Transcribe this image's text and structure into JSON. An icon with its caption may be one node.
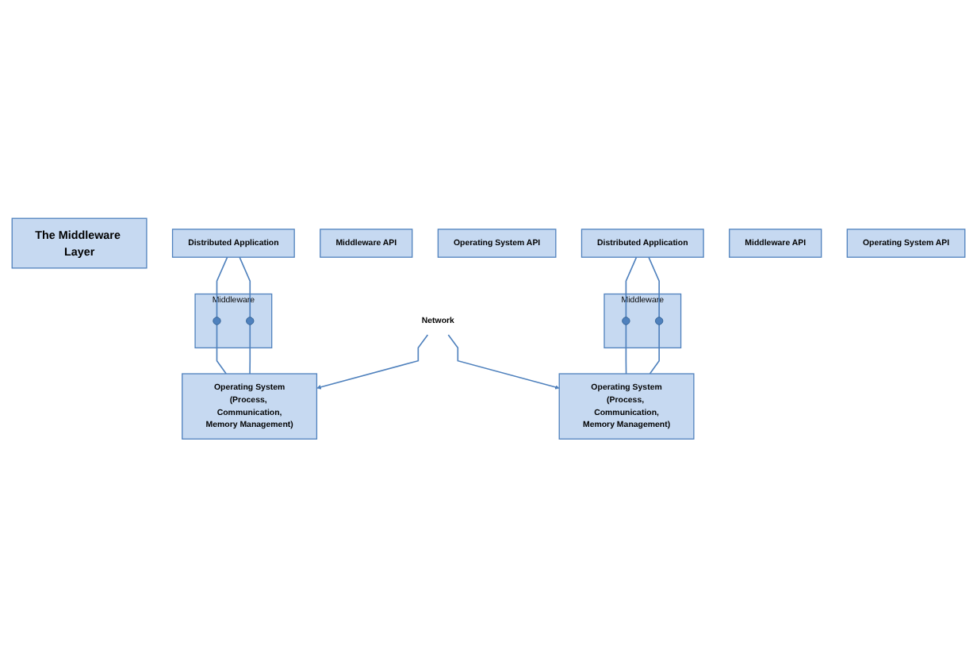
{
  "diagram": {
    "nodes": [
      {
        "text": [
          "The Middleware Layer"
        ]
      },
      {
        "text": [
          "Distributed Application"
        ]
      },
      {
        "text": [
          "Middleware API"
        ]
      },
      {
        "text": [
          "Middleware"
        ]
      },
      {
        "text": [],
        "shape": "ellipse",
        "in": 3
      },
      {
        "text": [],
        "shape": "ellipse",
        "in": 3
      },
      {
        "text": [
          "Operating System API"
        ]
      },
      {
        "text": [
          "Operating System (Process, Communication, Memory Management)"
        ]
      },
      {
        "text": [
          "Distributed Application"
        ]
      },
      {
        "text": [
          "Middleware API"
        ]
      },
      {
        "text": [
          "Middleware"
        ]
      },
      {
        "text": [],
        "shape": "ellipse",
        "in": 10
      },
      {
        "text": [],
        "shape": "ellipse",
        "in": 10
      },
      {
        "text": [
          "Operating System API"
        ]
      },
      {
        "text": [
          "Operating System (Process, Communication, Memory Management)"
        ]
      },
      {
        "text": [
          "Network"
        ]
      }
    ],
    "edges": [
      {
        "from": 1,
        "to": 4,
        "arrow": "none"
      },
      {
        "from": 1,
        "to": 5,
        "arrow": "none"
      },
      {
        "from": 4,
        "to": 7,
        "arrow": "none"
      },
      {
        "from": 5,
        "to": 7,
        "arrow": "none"
      },
      {
        "from": 8,
        "to": 11,
        "arrow": "none"
      },
      {
        "from": 8,
        "to": 12,
        "arrow": "none"
      },
      {
        "from": 11,
        "to": 14,
        "arrow": "none"
      },
      {
        "from": 12,
        "to": 14,
        "arrow": "none"
      },
      {
        "from": 15,
        "to": 7,
        "arrow": "to"
      },
      {
        "from": 15,
        "to": 14,
        "arrow": "to"
      }
    ]
  }
}
